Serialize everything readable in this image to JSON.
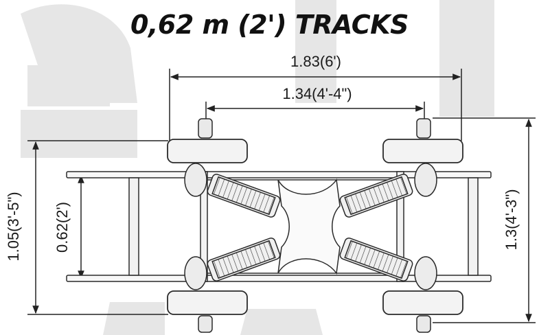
{
  "title": "0,62 m (2') TRACKS",
  "dimensions": {
    "overall_width": "1.83(6')",
    "inner_width": "1.34(4'-4\")",
    "left_outer_height": "1.05(3'-5\")",
    "left_inner_height": "0.62(2')",
    "right_height": "1.3(4'-3\")"
  },
  "colors": {
    "line": "#2a2a2a",
    "part_fill": "#f2f2f2",
    "watermark": "#e3e3e3"
  }
}
